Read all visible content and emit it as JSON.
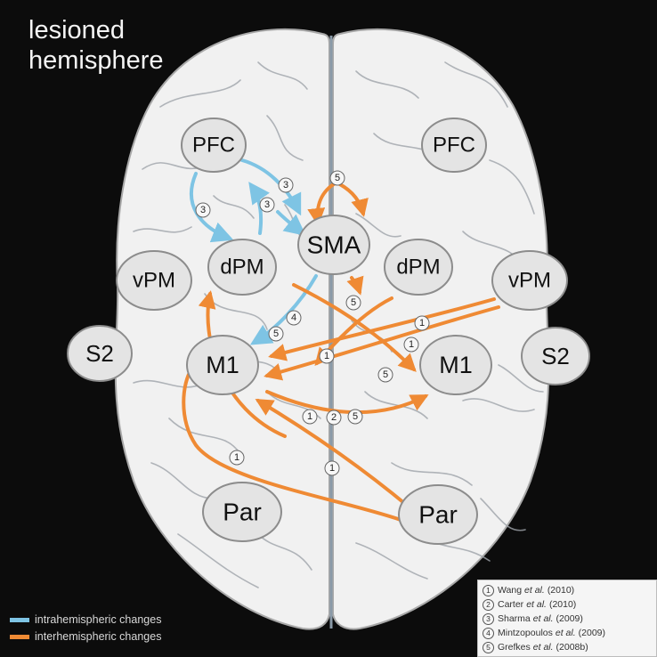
{
  "title": {
    "line1": "lesioned",
    "line2": "hemisphere"
  },
  "regions": [
    {
      "id": "pfc-left",
      "label": "PFC"
    },
    {
      "id": "pfc-right",
      "label": "PFC"
    },
    {
      "id": "sma",
      "label": "SMA"
    },
    {
      "id": "dpm-left",
      "label": "dPM"
    },
    {
      "id": "dpm-right",
      "label": "dPM"
    },
    {
      "id": "vpm-left",
      "label": "vPM"
    },
    {
      "id": "vpm-right",
      "label": "vPM"
    },
    {
      "id": "s2-left",
      "label": "S2"
    },
    {
      "id": "s2-right",
      "label": "S2"
    },
    {
      "id": "m1-left",
      "label": "M1"
    },
    {
      "id": "m1-right",
      "label": "M1"
    },
    {
      "id": "par-left",
      "label": "Par"
    },
    {
      "id": "par-right",
      "label": "Par"
    }
  ],
  "badges": [
    {
      "num": "3"
    },
    {
      "num": "3"
    },
    {
      "num": "3"
    },
    {
      "num": "5"
    },
    {
      "num": "5"
    },
    {
      "num": "4"
    },
    {
      "num": "5"
    },
    {
      "num": "1"
    },
    {
      "num": "1"
    },
    {
      "num": "1"
    },
    {
      "num": "5"
    },
    {
      "num": "1"
    },
    {
      "num": "2"
    },
    {
      "num": "5"
    },
    {
      "num": "1"
    },
    {
      "num": "1"
    }
  ],
  "references": [
    {
      "num": "1",
      "author": "Wang",
      "etal": "et al.",
      "year": "(2010)"
    },
    {
      "num": "2",
      "author": "Carter",
      "etal": "et al.",
      "year": "(2010)"
    },
    {
      "num": "3",
      "author": "Sharma",
      "etal": "et al.",
      "year": "(2009)"
    },
    {
      "num": "4",
      "author": "Mintzopoulos",
      "etal": "et al.",
      "year": "(2009)"
    },
    {
      "num": "5",
      "author": "Grefkes",
      "etal": "et al.",
      "year": "(2008b)"
    }
  ],
  "key": {
    "intra": "intrahemispheric changes",
    "inter": "interhemispheric changes"
  },
  "colors": {
    "intra": "#7ec4e4",
    "inter": "#ef8a34",
    "background": "#0c0c0c",
    "brain": "#f1f1f1"
  }
}
